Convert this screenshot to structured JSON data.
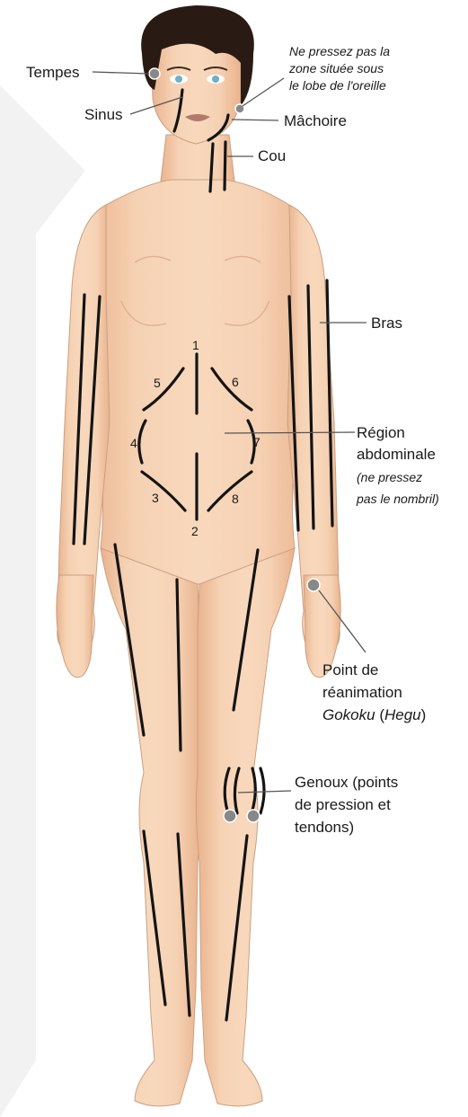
{
  "labels": {
    "tempes": "Tempes",
    "sinus": "Sinus",
    "note_ear_1": "Ne pressez pas la",
    "note_ear_2": "zone située sous",
    "note_ear_3": "le lobe de l'oreille",
    "machoire": "Mâchoire",
    "cou": "Cou",
    "bras": "Bras",
    "region_1": "Région",
    "region_2": "abdominale",
    "region_note_1": "(ne pressez",
    "region_note_2": "pas le nombril)",
    "point_1": "Point de",
    "point_2": "réanimation",
    "point_gokoku": "Gokoku",
    "point_open": " (",
    "point_hegu": "Hegu",
    "point_close": ")",
    "genoux_1": "Genoux (points",
    "genoux_2": "de pression et",
    "genoux_3": "tendons)"
  },
  "abdomen_numbers": [
    "1",
    "2",
    "3",
    "4",
    "5",
    "6",
    "7",
    "8"
  ],
  "colors": {
    "skin": "#f3c9a6",
    "skin_shadow": "#e3a882",
    "hair": "#2a1a14",
    "press_line": "#141414",
    "point_dot": "#888888"
  }
}
